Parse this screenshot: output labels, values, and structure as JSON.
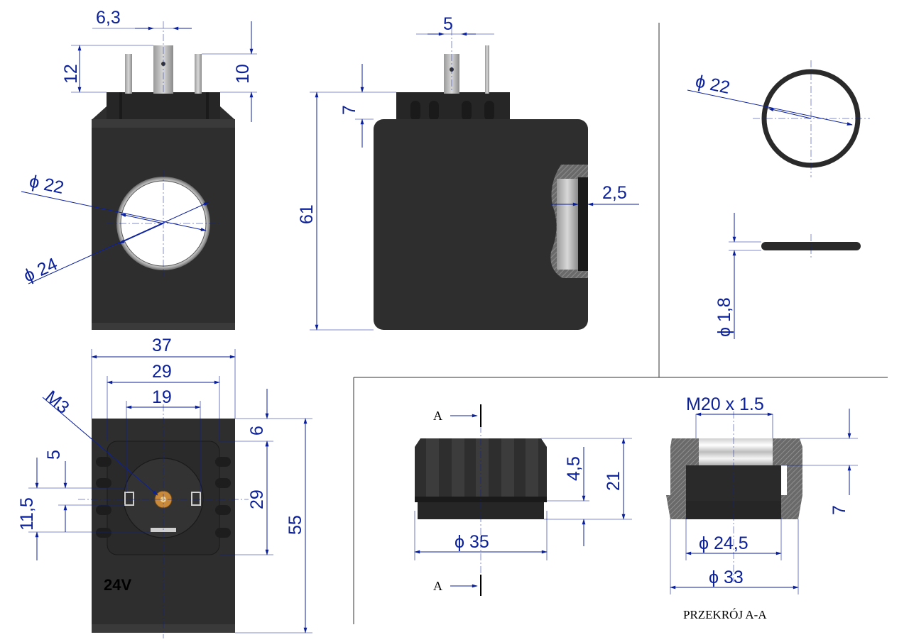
{
  "dimensions": {
    "pin_spacing_top": "6,3",
    "pin_height": "12",
    "pin_height_right": "10",
    "bore_inner": "ϕ 22",
    "bore_outer": "ϕ 24",
    "pin_spacing_side": "5",
    "connector_height": "7",
    "coil_height": "61",
    "wall_thickness": "2,5",
    "ring_diameter": "ϕ 22",
    "ring_thickness": "ϕ 1,8",
    "width_overall": "37",
    "width_mid": "29",
    "width_inner": "19",
    "thread_screw": "M3",
    "offset_top": "6",
    "pin_offset": "5",
    "pin_offset_b": "11,5",
    "connector_square": "29",
    "height_front": "55",
    "nut_thread": "M20 x 1.5",
    "nut_flange": "4,5",
    "nut_height": "21",
    "nut_diameter": "ϕ 35",
    "nut_inner": "ϕ 24,5",
    "nut_outer": "ϕ 33",
    "nut_step": "7"
  },
  "labels": {
    "voltage": "24V",
    "section_marker_top": "A",
    "section_marker_bottom": "A",
    "section_title": "PRZEKRÓJ A-A"
  }
}
